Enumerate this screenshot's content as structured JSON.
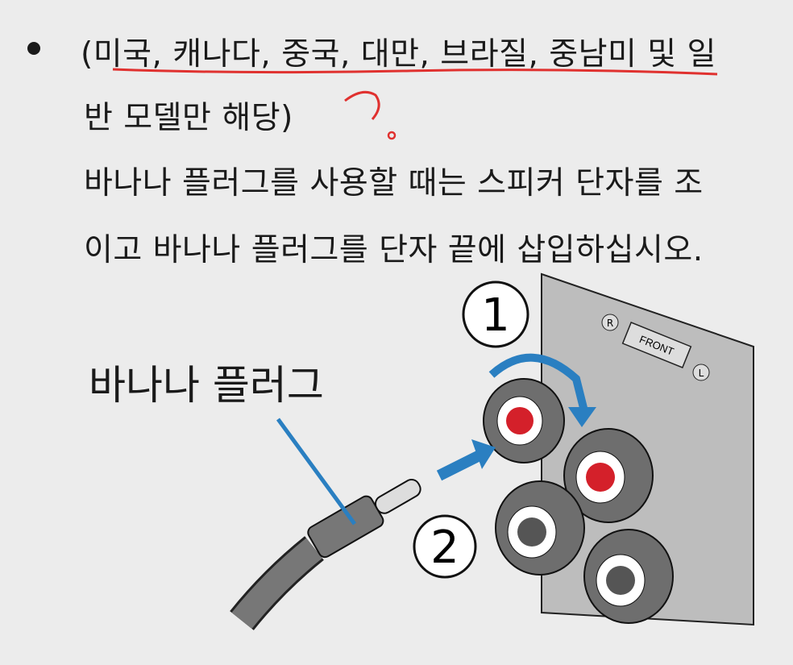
{
  "note": {
    "scope_line1": "(미국, 캐나다, 중국, 대만, 브라질, 중남미 및 일",
    "scope_line2": "반 모델만 해당)",
    "instruction_line1": "바나나 플러그를 사용할 때는 스피커 단자를 조",
    "instruction_line2": "이고 바나나 플러그를 단자 끝에 삽입하십시오."
  },
  "illustration": {
    "plug_label": "바나나 플러그",
    "step1": "1",
    "step2": "2",
    "panel_label": "FRONT",
    "right_mark": "R",
    "left_mark": "L"
  },
  "annotation": {
    "mark": "?",
    "color": "#e0312f"
  },
  "colors": {
    "accent_blue": "#2a7fc1",
    "terminal_red": "#d4202a"
  }
}
